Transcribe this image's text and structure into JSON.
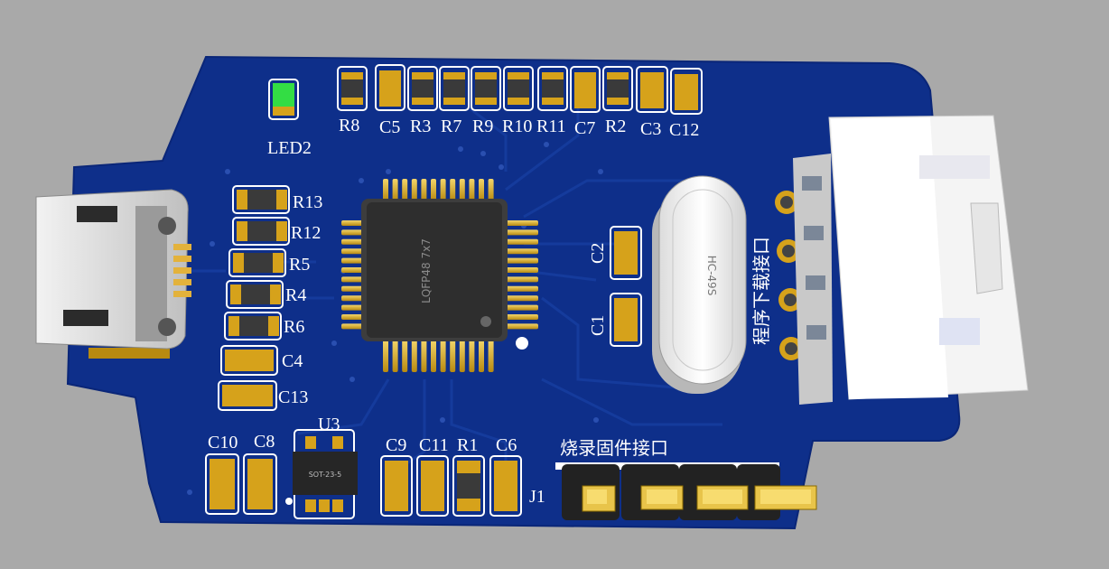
{
  "board": {
    "colors": {
      "background": "#a9a9a9",
      "pcb": "#0e2f8a",
      "silk": "#ffffff",
      "pad": "#d6a21b"
    },
    "mcu": {
      "package_label": "LQFP48 7x7"
    },
    "crystal": {
      "label": "HC-49S"
    },
    "regulator": {
      "label": "SOT-23-5"
    },
    "labels": {
      "led2": "LED2",
      "r8": "R8",
      "c5": "C5",
      "r3": "R3",
      "r7": "R7",
      "r9": "R9",
      "r10": "R10",
      "r11": "R11",
      "c7": "C7",
      "r2": "R2",
      "c3": "C3",
      "c12": "C12",
      "r13": "R13",
      "r12": "R12",
      "r5": "R5",
      "r4": "R4",
      "r6": "R6",
      "c4": "C4",
      "c13": "C13",
      "c2": "C2",
      "c1": "C1",
      "c10": "C10",
      "c8": "C8",
      "u3": "U3",
      "c9": "C9",
      "c11": "C11",
      "r1": "R1",
      "c6": "C6",
      "j1": "J1",
      "burn_header": "烧录固件接口",
      "download_connector": "程序下载接口"
    }
  }
}
